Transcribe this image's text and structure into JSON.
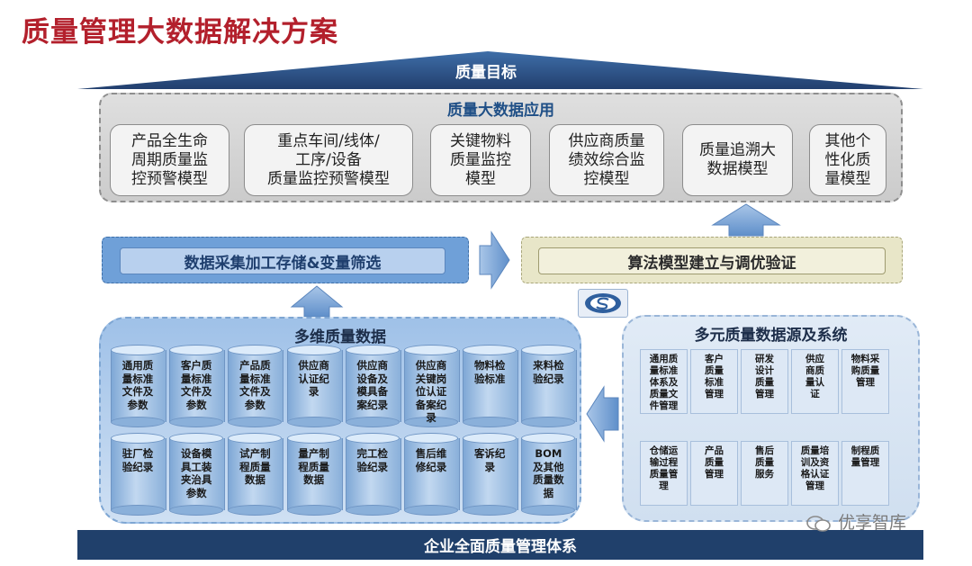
{
  "title": "质量管理大数据解决方案",
  "roof_label": "质量目标",
  "applications": {
    "title": "质量大数据应用",
    "items": [
      [
        "产品全生命",
        "周期质量监",
        "控预警模型"
      ],
      [
        "重点车间/线体/",
        "工序/设备",
        "质量监控预警模型"
      ],
      [
        "关键物料",
        "质量监控",
        "模型"
      ],
      [
        "供应商质量",
        "绩效综合监",
        "控模型"
      ],
      [
        "质量追溯大",
        "数据模型"
      ],
      [
        "其他个",
        "性化质",
        "量模型"
      ]
    ]
  },
  "middle": {
    "left_label": "数据采集加工存储&变量筛选",
    "right_label": "算法模型建立与调优验证"
  },
  "multi_dim": {
    "title": "多维质量数据",
    "row1": [
      [
        "通用质",
        "量标准",
        "文件及",
        "参数"
      ],
      [
        "客户质",
        "量标准",
        "文件及",
        "参数"
      ],
      [
        "产品质",
        "量标准",
        "文件及",
        "参数"
      ],
      [
        "供应商",
        "认证纪",
        "录"
      ],
      [
        "供应商",
        "设备及",
        "模具备",
        "案纪录"
      ],
      [
        "供应商",
        "关键岗",
        "位认证",
        "备案纪",
        "录"
      ],
      [
        "物料检",
        "验标准"
      ],
      [
        "来料检",
        "验纪录"
      ]
    ],
    "row2": [
      [
        "驻厂检",
        "验纪录"
      ],
      [
        "设备模",
        "具工装",
        "夹治具",
        "参数"
      ],
      [
        "试产制",
        "程质量",
        "数据"
      ],
      [
        "量产制",
        "程质量",
        "数据"
      ],
      [
        "完工检",
        "验纪录"
      ],
      [
        "售后维",
        "修纪录"
      ],
      [
        "客诉纪",
        "录"
      ],
      [
        "BOM",
        "及其他",
        "质量数",
        "据"
      ]
    ]
  },
  "sources": {
    "title": "多元质量数据源及系统",
    "row1": [
      [
        "通用质",
        "量标准",
        "体系及",
        "质量文",
        "件管理"
      ],
      [
        "客户",
        "质量",
        "标准",
        "管理"
      ],
      [
        "研发",
        "设计",
        "质量",
        "管理"
      ],
      [
        "供应",
        "商质",
        "量认",
        "证"
      ],
      [
        "物料采",
        "购质量",
        "管理"
      ]
    ],
    "row2": [
      [
        "仓储运",
        "输过程",
        "质量管",
        "理"
      ],
      [
        "产品",
        "质量",
        "管理"
      ],
      [
        "售后",
        "质量",
        "服务"
      ],
      [
        "质量培",
        "训及资",
        "格认证",
        "管理"
      ],
      [
        "制程质",
        "量管理"
      ]
    ]
  },
  "foundation": "企业全面质量管理体系",
  "watermark": "优享智库",
  "colors": {
    "title_red": "#b3202c",
    "navy": "#20406b",
    "blue_panel": "#9fc1e8",
    "heading_blue": "#1f4f86"
  }
}
